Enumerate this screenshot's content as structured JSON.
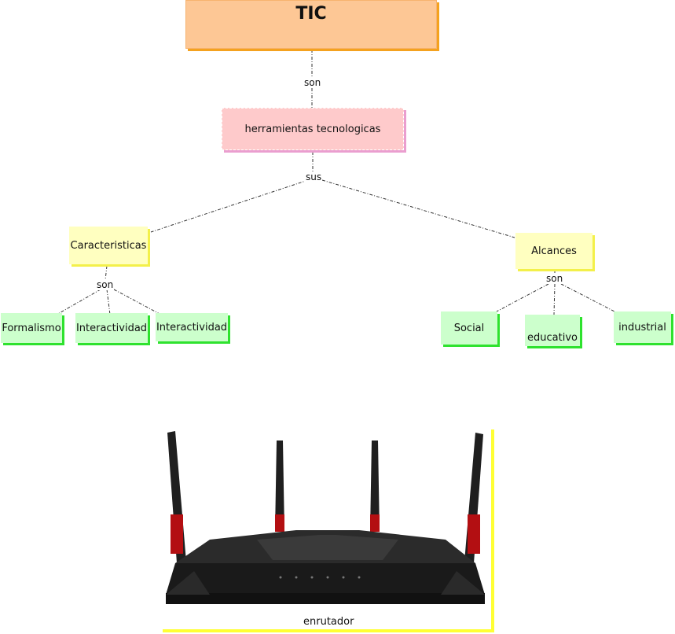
{
  "title": "TIC",
  "nodes": {
    "herramientas": "herramientas tecnologicas",
    "caracteristicas": "Caracteristicas",
    "alcances": "Alcances",
    "formalismo": "Formalismo",
    "interactividad1": "Interactividad",
    "interactividad2": "Interactividad",
    "social": "Social",
    "educativo": "educativo",
    "industrial": "industrial"
  },
  "links": {
    "tic_herr": "son",
    "herr_children": "sus",
    "caract_children": "son",
    "alcances_children": "son"
  },
  "image_caption": "enrutador",
  "colors": {
    "title_fill": "#fdc795",
    "title_shadow": "#f4a21f",
    "concept_fill": "#fecacb",
    "concept_shadow": "#ea9ecf",
    "category_fill": "#ffffc0",
    "category_shadow": "#f3f04a",
    "leaf_fill": "#ccffcc",
    "leaf_shadow": "#2ee22e",
    "frame": "#ffff33"
  }
}
